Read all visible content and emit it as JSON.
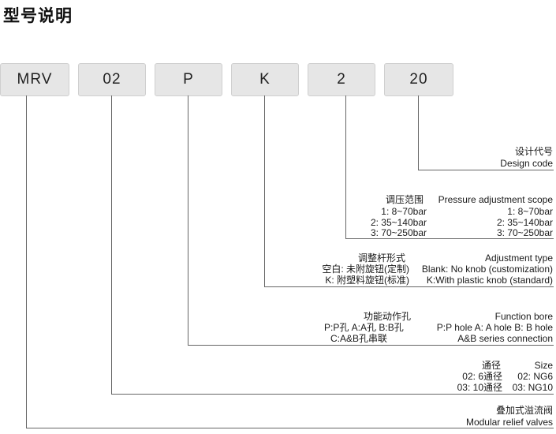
{
  "title": "型号说明",
  "codes": [
    "MRV",
    "02",
    "P",
    "K",
    "2",
    "20"
  ],
  "design_code": {
    "cn": "设计代号",
    "en": "Design code"
  },
  "pressure": {
    "cn": "调压范围",
    "en": "Pressure adjustment scope",
    "rows_left": [
      "1: 8~70bar",
      "2: 35~140bar",
      "3: 70~250bar"
    ],
    "rows_right": [
      "1: 8~70bar",
      "2: 35~140bar",
      "3: 70~250bar"
    ]
  },
  "adjustment": {
    "cn": "调整杆形式",
    "en": "Adjustment type",
    "rows_cn": [
      "空白: 未附旋钮(定制)",
      "K: 附塑料旋钮(标准)"
    ],
    "rows_en": [
      "Blank: No knob (customization)",
      "K:With plastic knob (standard)"
    ]
  },
  "function": {
    "cn": "功能动作孔",
    "en": "Function bore",
    "row1_cn": "P:P孔  A:A孔  B:B孔",
    "row1_en": "P:P hole   A: A hole   B: B hole",
    "row2_cn": "C:A&B孔串联",
    "row2_en": "A&B series connection"
  },
  "size": {
    "cn": "通径",
    "en": "Size",
    "rows_cn": [
      "02: 6通径",
      "03: 10通径"
    ],
    "rows_en": [
      "02: NG6",
      "03: NG10"
    ]
  },
  "valve": {
    "cn": "叠加式溢流阀",
    "en": "Modular relief valves"
  }
}
